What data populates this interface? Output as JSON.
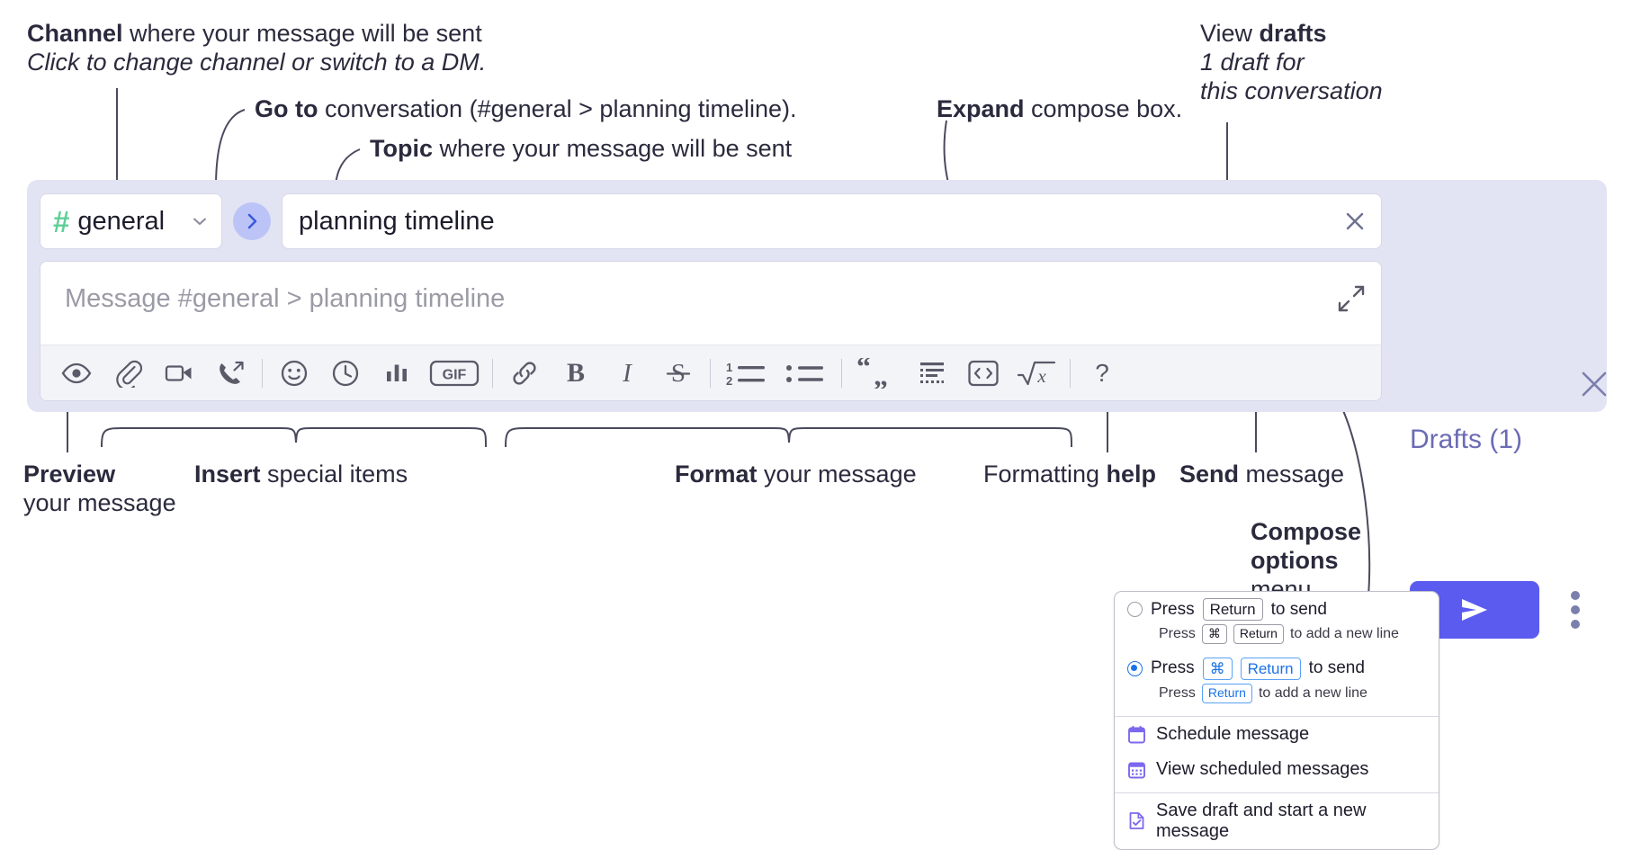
{
  "annotations": {
    "channel": {
      "bold": "Channel",
      "rest": " where your message will be sent",
      "italic": "Click to change channel or switch to a DM."
    },
    "goto": {
      "bold": "Go to",
      "rest": " conversation (#general > planning timeline)."
    },
    "topic": {
      "bold": "Topic",
      "rest": " where your message will be sent"
    },
    "expand": {
      "bold": "Expand",
      "rest": " compose box."
    },
    "drafts": {
      "pre": "View ",
      "bold": "drafts",
      "italic1": "1 draft for",
      "italic2": "this conversation"
    },
    "preview": {
      "bold": "Preview",
      "rest": "your message"
    },
    "insert": {
      "bold": "Insert",
      "rest": " special items"
    },
    "format": {
      "bold": "Format",
      "rest": " your message"
    },
    "help": {
      "pre": "Formatting ",
      "bold": "help"
    },
    "send": {
      "bold": "Send",
      "rest": " message"
    },
    "compose_options": {
      "bold1": "Compose",
      "bold2": "options",
      "rest": "menu"
    }
  },
  "compose": {
    "channel_name": "general",
    "channel_icon": "hash-icon",
    "channel_dropdown_icon": "chevron-down-icon",
    "goto_icon": "chevron-right-icon",
    "topic_value": "planning timeline",
    "topic_clear_icon": "close-icon",
    "message_placeholder": "Message #general > planning timeline",
    "expand_icon": "expand-diagonal-icon",
    "panel_close_icon": "close-icon",
    "drafts_label": "Drafts (1)",
    "send_icon": "paper-plane-icon",
    "kebab_icon": "vertical-dots-icon",
    "accent_send": "#5b5bf0",
    "accent_drafts": "#6b6bb5",
    "panel_bg": "#e2e4f3",
    "hash_green": "#5ecf96",
    "goto_circle": "#bcc4f7",
    "toolbar": [
      {
        "name": "preview-icon",
        "group": "preview"
      },
      {
        "name": "attachment-icon",
        "group": "insert"
      },
      {
        "name": "video-icon",
        "group": "insert"
      },
      {
        "name": "huddle-call-icon",
        "group": "insert"
      },
      {
        "name": "emoji-icon",
        "group": "insert"
      },
      {
        "name": "clock-icon",
        "group": "insert"
      },
      {
        "name": "poll-bar-chart-icon",
        "group": "insert"
      },
      {
        "name": "gif-icon",
        "group": "insert"
      },
      {
        "name": "link-icon",
        "group": "format"
      },
      {
        "name": "bold-icon",
        "group": "format"
      },
      {
        "name": "italic-icon",
        "group": "format"
      },
      {
        "name": "strikethrough-icon",
        "group": "format"
      },
      {
        "name": "ordered-list-icon",
        "group": "format"
      },
      {
        "name": "bulleted-list-icon",
        "group": "format"
      },
      {
        "name": "blockquote-icon",
        "group": "format"
      },
      {
        "name": "code-block-icon",
        "group": "format"
      },
      {
        "name": "inline-code-icon",
        "group": "format"
      },
      {
        "name": "math-icon",
        "group": "format"
      },
      {
        "name": "help-icon",
        "group": "help"
      }
    ]
  },
  "options_menu": {
    "option1": {
      "selected": false,
      "pre": "Press",
      "key": "Return",
      "post": "to send",
      "sub_pre": "Press",
      "sub_key1": "⌘",
      "sub_key2": "Return",
      "sub_post": "to add a new line"
    },
    "option2": {
      "selected": true,
      "pre": "Press",
      "key1": "⌘",
      "key2": "Return",
      "post": "to send",
      "sub_pre": "Press",
      "sub_key": "Return",
      "sub_post": "to add a new line"
    },
    "items": [
      {
        "icon": "calendar-schedule-icon",
        "label": "Schedule message"
      },
      {
        "icon": "calendar-grid-icon",
        "label": "View scheduled messages"
      },
      {
        "icon": "save-draft-icon",
        "label": "Save draft and start a new message"
      }
    ],
    "icon_color": "#7b68ee"
  }
}
